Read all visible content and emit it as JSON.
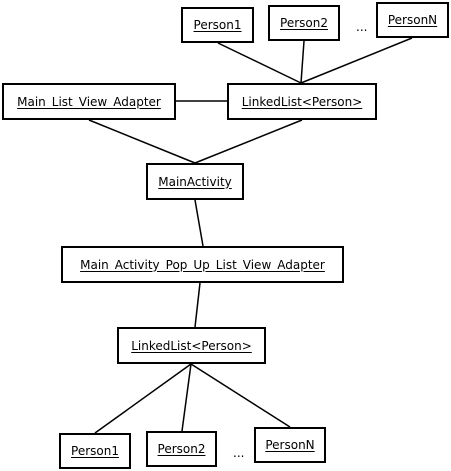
{
  "diagram": {
    "nodes": {
      "top_person1": "Person1",
      "top_person2": "Person2",
      "top_ellipsis": "...",
      "top_personN": "PersonN",
      "main_list_view_adapter": "Main_List_View_Adapter",
      "top_linked_list": "LinkedList<Person>",
      "main_activity": "MainActivity",
      "popup_adapter": "Main_Activity_Pop_Up_List_View_Adapter",
      "bottom_linked_list": "LinkedList<Person>",
      "bottom_person1": "Person1",
      "bottom_person2": "Person2",
      "bottom_ellipsis": "...",
      "bottom_personN": "PersonN"
    },
    "connections": [
      [
        "top_person1",
        "top_linked_list"
      ],
      [
        "top_person2",
        "top_linked_list"
      ],
      [
        "top_personN",
        "top_linked_list"
      ],
      [
        "main_list_view_adapter",
        "top_linked_list"
      ],
      [
        "main_list_view_adapter",
        "main_activity"
      ],
      [
        "top_linked_list",
        "main_activity"
      ],
      [
        "main_activity",
        "popup_adapter"
      ],
      [
        "popup_adapter",
        "bottom_linked_list"
      ],
      [
        "bottom_linked_list",
        "bottom_person1"
      ],
      [
        "bottom_linked_list",
        "bottom_person2"
      ],
      [
        "bottom_linked_list",
        "bottom_personN"
      ]
    ],
    "colors": {
      "stroke": "#000000",
      "fill": "#ffffff",
      "text": "#000000"
    }
  }
}
